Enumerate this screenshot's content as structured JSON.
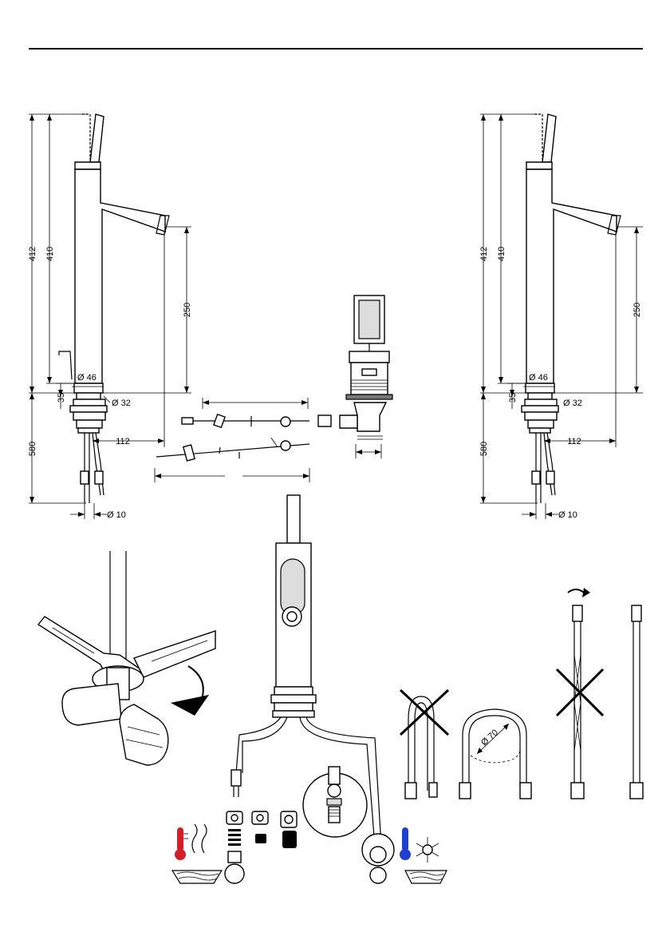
{
  "dimensions": {
    "left_faucet": {
      "total_height": "412",
      "body_height": "410",
      "spout_height": "250",
      "lower_depth": "580",
      "spout_reach": "112",
      "base_diameter": "Ø 46",
      "thread_diameter": "Ø 32",
      "nut_height": "35",
      "hose_diameter": "Ø 10"
    },
    "right_faucet": {
      "total_height": "412",
      "body_height": "410",
      "spout_height": "250",
      "lower_depth": "580",
      "spout_reach": "112",
      "base_diameter": "Ø 46",
      "thread_diameter": "Ø 32",
      "nut_height": "35",
      "hose_diameter": "Ø 10"
    },
    "bend_radius": "Ø 70"
  },
  "colors": {
    "hot": "#d0202a",
    "cold": "#1e3fd0",
    "line": "#000000"
  },
  "icons": [
    "hot-water-thermometer-icon",
    "cold-water-thermometer-icon",
    "snowflake-icon",
    "rotate-arrow-icon",
    "prohibited-cross-icon"
  ]
}
